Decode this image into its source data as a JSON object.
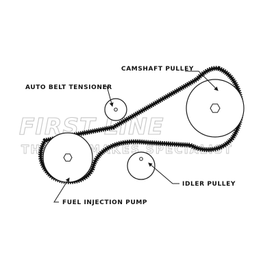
{
  "diagram": {
    "labels": {
      "camshaft_pulley": "CAMSHAFT PULLEY",
      "auto_belt_tensioner": "AUTO BELT TENSIONER",
      "idler_pulley": "IDLER PULLEY",
      "fuel_injection_pump": "FUEL INJECTION PUMP"
    },
    "watermark": {
      "brand": "FIRST LINE",
      "tagline": "THE ALL MAKES SPECIALIST"
    },
    "colors": {
      "belt": "#111111",
      "outline": "#1a1a1a",
      "watermark_outline": "#c7c7c7"
    }
  }
}
